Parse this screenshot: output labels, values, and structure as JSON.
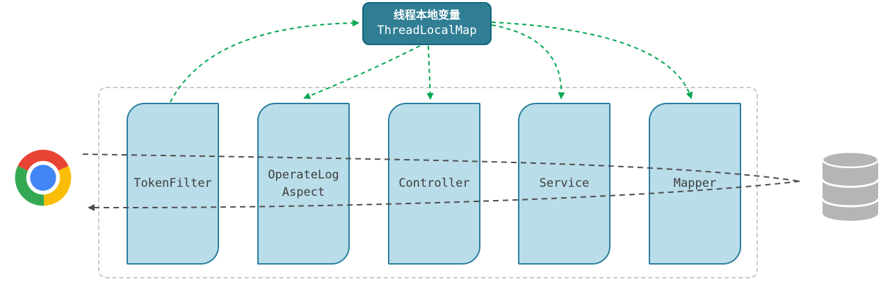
{
  "thread_local_node": {
    "label_cn": "线程本地变量",
    "label_en": "ThreadLocalMap"
  },
  "components": [
    {
      "label": "TokenFilter"
    },
    {
      "label": "OperateLog Aspect"
    },
    {
      "label": "Controller"
    },
    {
      "label": "Service"
    },
    {
      "label": "Mapper"
    }
  ],
  "endpoints": {
    "client_icon": "chrome-browser-icon",
    "datastore_icon": "database-icon"
  },
  "edges": {
    "threadlocal": [
      {
        "from": "TokenFilter",
        "to": "ThreadLocalMap"
      },
      {
        "from": "ThreadLocalMap",
        "to": "OperateLog Aspect"
      },
      {
        "from": "ThreadLocalMap",
        "to": "Controller"
      },
      {
        "from": "ThreadLocalMap",
        "to": "Service"
      },
      {
        "from": "ThreadLocalMap",
        "to": "Mapper"
      }
    ],
    "request_flow": [
      {
        "from": "browser",
        "to": "database"
      },
      {
        "from": "database",
        "to": "browser"
      }
    ]
  },
  "colors": {
    "node_fill": "#b9dde9",
    "node_border": "#2a7e9e",
    "tlm_fill": "#2f7e94",
    "tlm_border": "#14657c",
    "green_arrow": "#00a651",
    "gray_arrow": "#4d4d4d",
    "frame_border": "#c9c9c9",
    "db_gray": "#b5b5b5",
    "label_color": "#3d3d3d"
  }
}
